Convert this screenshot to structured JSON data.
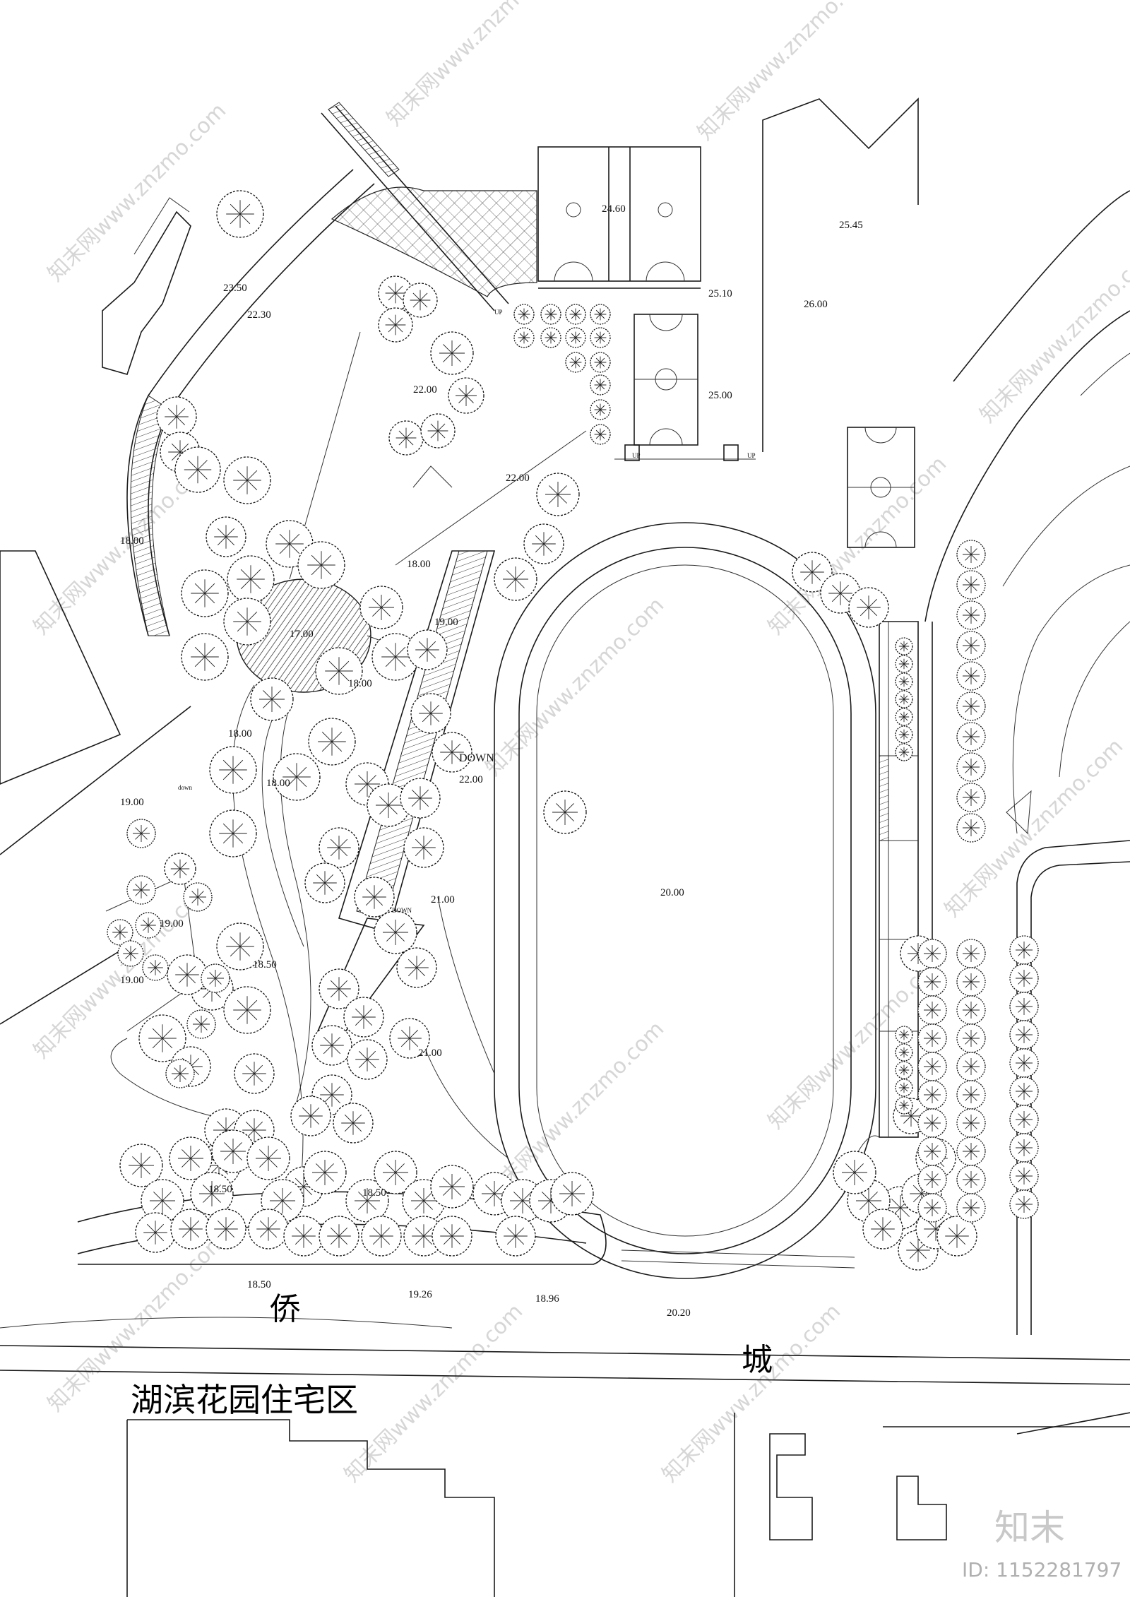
{
  "watermark": {
    "text": "知末网www.znzmo.com",
    "logo": "知末",
    "id_label": "ID: 1152281797"
  },
  "labels": {
    "qiao": "侨",
    "cheng": "城",
    "district": "湖滨花园住宅区",
    "up": "UP",
    "down": "DOWN",
    "down_small": "down"
  },
  "elevations": [
    "24.60",
    "25.45",
    "23.50",
    "22.30",
    "25.10",
    "26.00",
    "22.00",
    "25.00",
    "22.00",
    "18.00",
    "18.00",
    "19.00",
    "17.00",
    "18.00",
    "18.00",
    "22.00",
    "18.00",
    "19.00",
    "21.00",
    "20.00",
    "19.00",
    "18.50",
    "19.00",
    "21.00",
    "18.50",
    "18.50",
    "18.50",
    "19.26",
    "18.96",
    "20.20"
  ]
}
